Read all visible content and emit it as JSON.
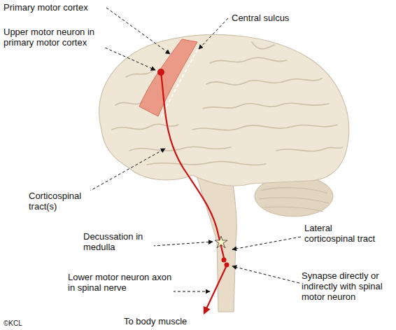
{
  "diagram": {
    "labels": [
      "Primary motor cortex",
      "Central sulcus",
      "Upper motor neuron in primary motor cortex",
      "Corticospinal tract(s)",
      "Decussation in medulla",
      "Lateral corticospinal tract",
      "Lower motor neuron axon in spinal nerve",
      "Synapse directly or indirectly with spinal motor neuron",
      "To body muscle",
      "©KCL"
    ]
  }
}
